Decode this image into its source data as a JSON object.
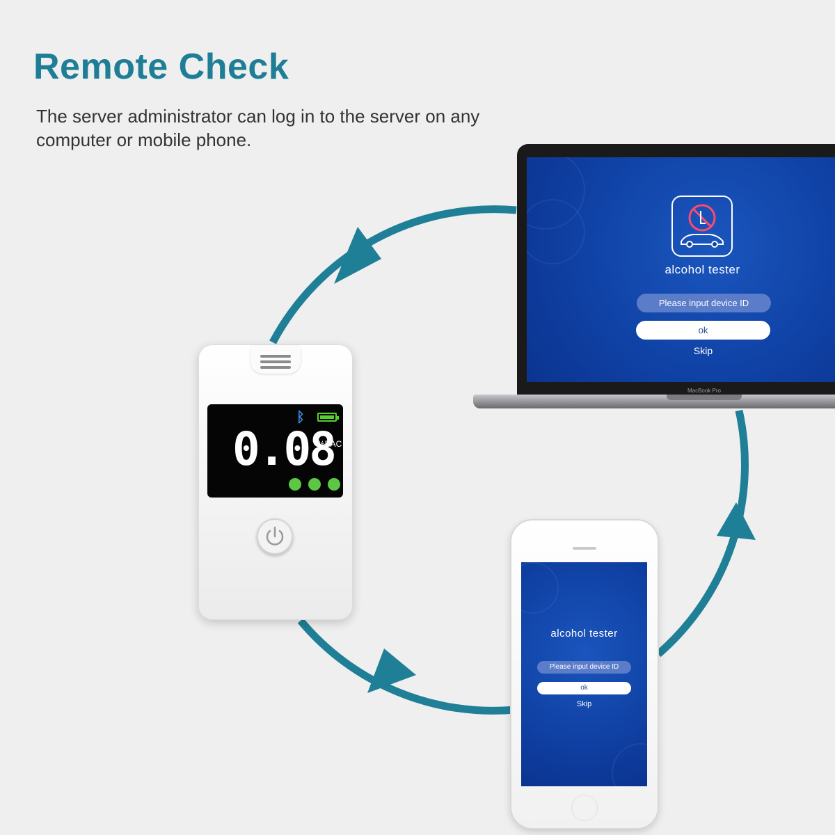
{
  "heading": {
    "title": "Remote Check",
    "subtitle": "The server administrator can log in to the server on any computer or mobile phone."
  },
  "device": {
    "reading": "0.08",
    "unit": "%BAC",
    "icons": [
      "bluetooth-icon",
      "battery-icon",
      "power-icon"
    ],
    "indicator_color": "#5cc743",
    "indicator_count": 3
  },
  "laptop": {
    "model": "MacBook Pro",
    "app_name": "alcohol tester",
    "input_placeholder": "Please input device ID",
    "ok_label": "ok",
    "skip_label": "Skip"
  },
  "phone": {
    "app_name": "alcohol tester",
    "input_placeholder": "Please input device ID",
    "ok_label": "ok",
    "skip_label": "Skip"
  },
  "colors": {
    "accent": "#1e7e96",
    "cycle_arrows": "#1f7f97",
    "app_background": "#0f40a3"
  }
}
